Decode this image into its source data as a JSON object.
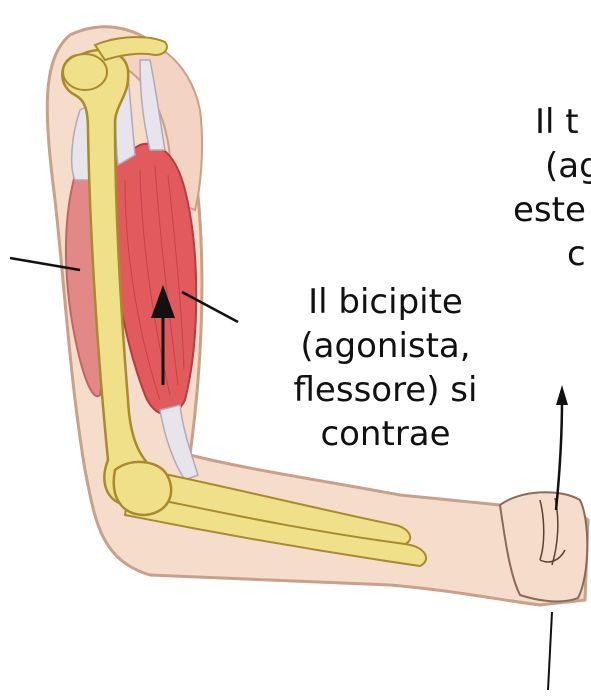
{
  "labels": {
    "biceps": [
      "Il bicipite",
      "(agonista,",
      "flessore) si",
      "contrae"
    ],
    "triceps": [
      "Il t",
      "(ag",
      "este",
      "c"
    ]
  },
  "colors": {
    "skin": "#f6dccb",
    "skin_outline": "#c9a08a",
    "muscle": "#e05a5e",
    "muscle_dark": "#b83b40",
    "tendon": "#e8e4ec",
    "bone": "#f1e08a",
    "bone_outline": "#a98a2c",
    "ink": "#111111"
  },
  "icons": {
    "biceps_arrow": "arrow-up-icon",
    "triceps_arrow": "arrow-up-icon"
  }
}
